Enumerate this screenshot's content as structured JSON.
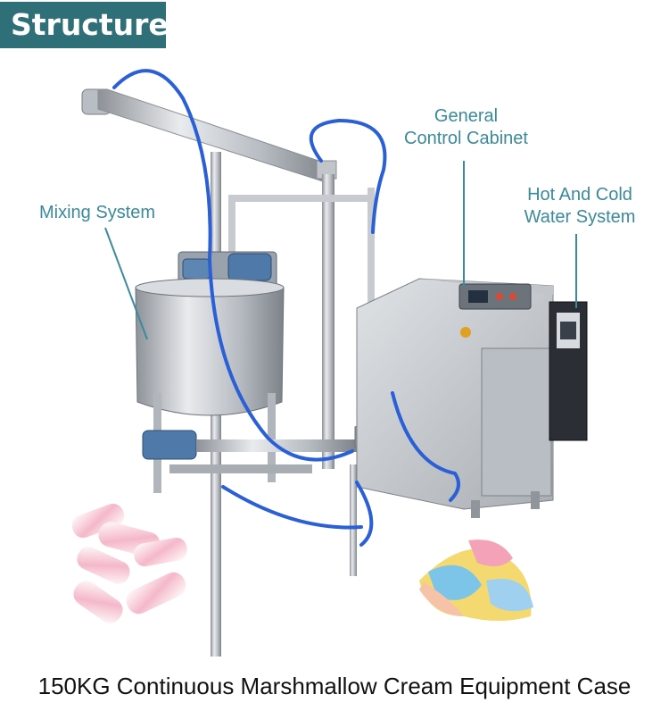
{
  "title_tag": "Structure",
  "labels": {
    "mixing_system": "Mixing System",
    "general_control_line1": "General",
    "general_control_line2": "Control Cabinet",
    "hot_cold_line1": "Hot And Cold",
    "hot_cold_line2": "Water System"
  },
  "caption": "150KG Continuous Marshmallow Cream Equipment Case",
  "colors": {
    "tag_background": "#2f6f77",
    "label_text": "#3a8a9c",
    "hose": "#2a5fd6",
    "steel": "#c9cdd2"
  }
}
